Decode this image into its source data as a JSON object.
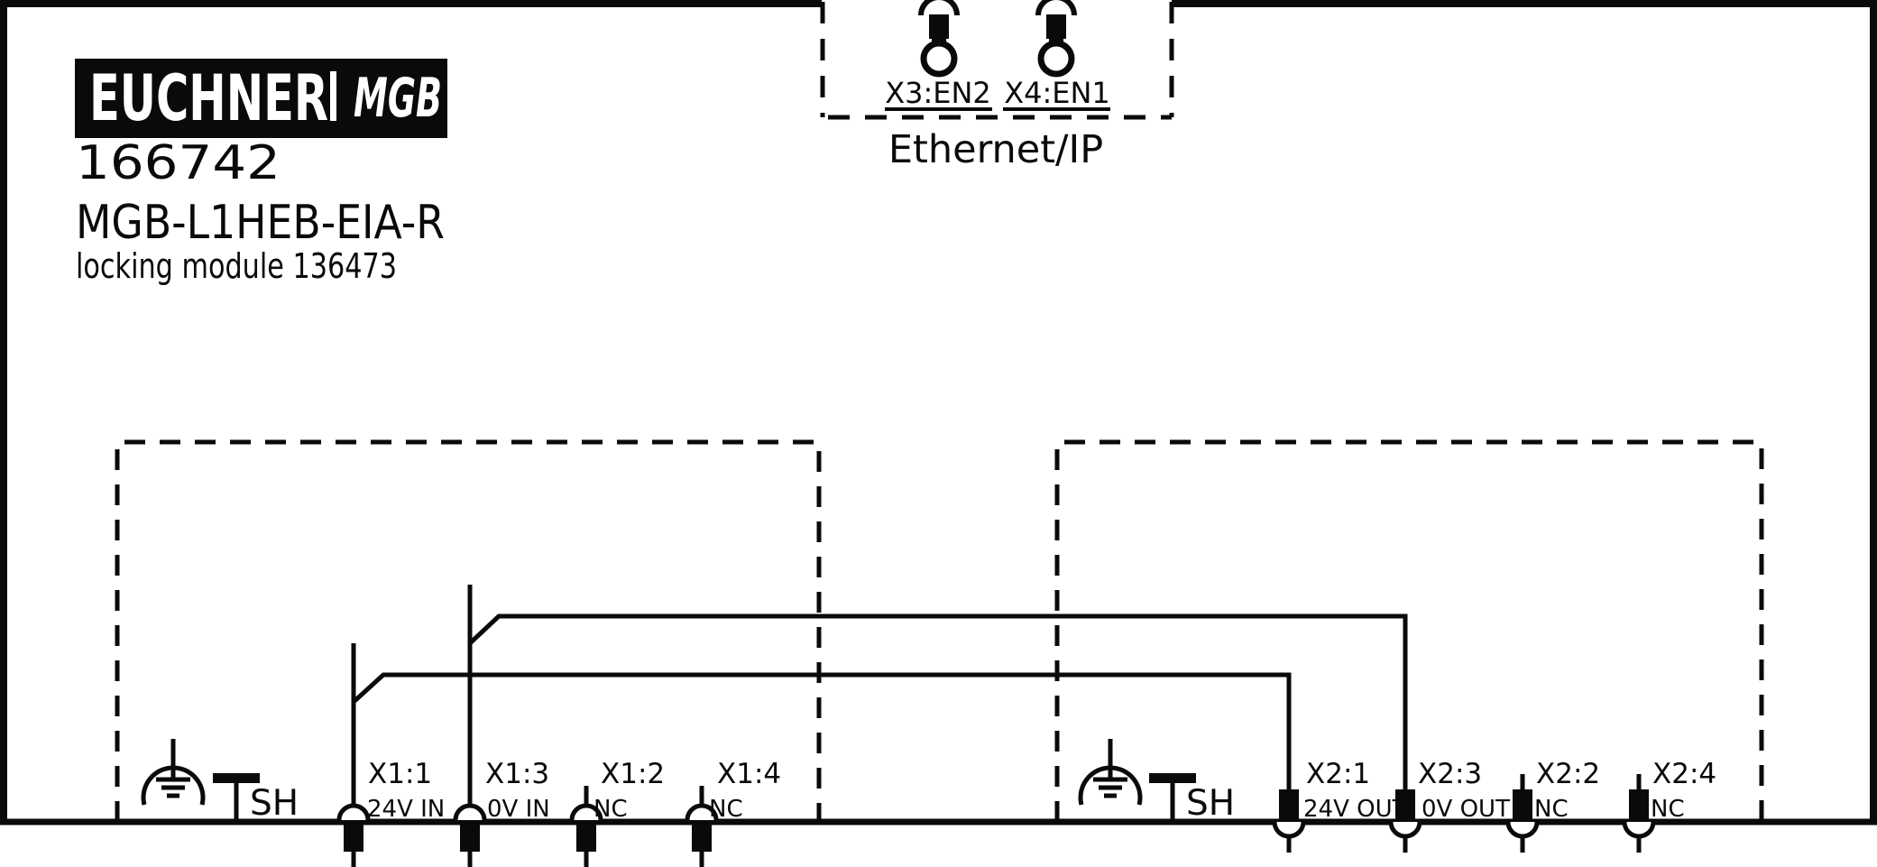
{
  "logo": {
    "brand": "EUCHNER",
    "series": "MGB"
  },
  "product": {
    "order_number": "166742",
    "type_designation": "MGB-L1HEB-EIA-R",
    "description": "locking module 136473"
  },
  "network": {
    "protocol": "Ethernet/IP",
    "ports": [
      {
        "id": "X3:EN2"
      },
      {
        "id": "X4:EN1"
      }
    ]
  },
  "power_in_block": {
    "shield_label": "SH",
    "terminals": [
      {
        "id": "X1:1",
        "function": "24V IN"
      },
      {
        "id": "X1:3",
        "function": "0V IN"
      },
      {
        "id": "X1:2",
        "function": "NC"
      },
      {
        "id": "X1:4",
        "function": "NC"
      }
    ]
  },
  "power_out_block": {
    "shield_label": "SH",
    "terminals": [
      {
        "id": "X2:1",
        "function": "24V OUT"
      },
      {
        "id": "X2:3",
        "function": "0V OUT"
      },
      {
        "id": "X2:2",
        "function": "NC"
      },
      {
        "id": "X2:4",
        "function": "NC"
      }
    ]
  },
  "colors": {
    "line": "#0a0a0c",
    "background": "#ffffff"
  }
}
